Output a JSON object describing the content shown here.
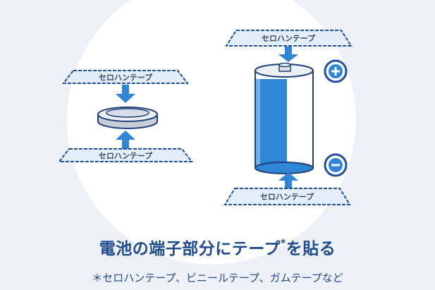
{
  "tape_label": "セロハンテープ",
  "title": {
    "text": "電池の端子部分にテープ",
    "mark": "*",
    "suffix": "を貼る"
  },
  "footnote": "＊セロハンテープ、ビニールテープ、ガムテープなど",
  "colors": {
    "background": "#edf1f7",
    "circle": "#ffffff",
    "tape_fill": "#e3eefb",
    "tape_edge": "#1e4fa3",
    "arrow": "#2f86d6",
    "battery_blue": "#2f86d6",
    "title_blue": "#1f4b8f"
  },
  "icons": {
    "positive": "plus-circle-icon",
    "negative": "minus-circle-icon"
  }
}
